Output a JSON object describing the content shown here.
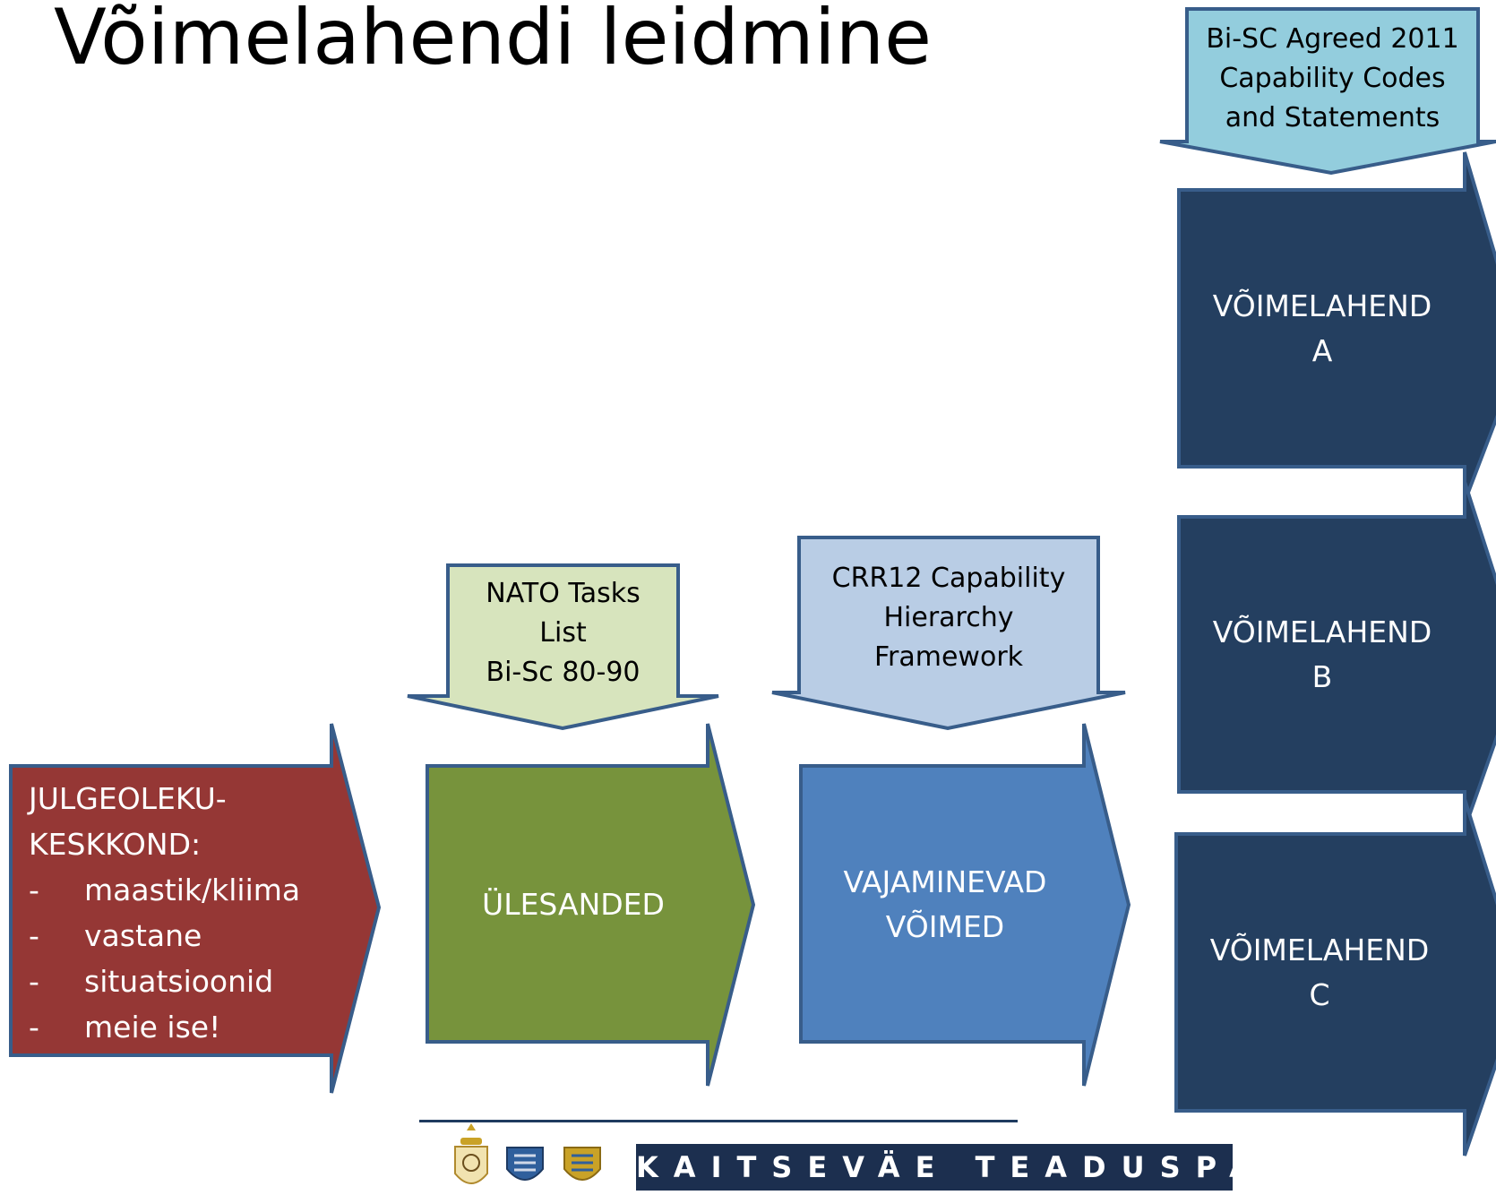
{
  "title": "Võimelahendi leidmine",
  "inputs": {
    "bisc": [
      "Bi-SC Agreed 2011",
      "Capability Codes",
      "and Statements"
    ],
    "nato": [
      "NATO Tasks",
      "List",
      "Bi-Sc 80-90"
    ],
    "crr": [
      "CRR12 Capability",
      "Hierarchy",
      "Framework"
    ]
  },
  "steps": {
    "environment": {
      "heading": [
        "JULGEOLEKU-",
        "KESKKOND:"
      ],
      "items": [
        "maastik/kliima",
        "vastane",
        "situatsioonid",
        "meie ise!"
      ],
      "bullet": "-"
    },
    "tasks": "ÜLESANDED",
    "capabilities": [
      "VAJAMINEVAD",
      "VÕIMED"
    ]
  },
  "solutions": [
    {
      "line1": "VÕIMELAHEND",
      "line2": "A"
    },
    {
      "line1": "VÕIMELAHEND",
      "line2": "B"
    },
    {
      "line1": "VÕIMELAHEND",
      "line2": "C"
    }
  ],
  "footer": {
    "banner": "KAITSEVÄE TEADUSPÄEV",
    "emblems": [
      "academy-emblem",
      "defence-forces-emblem",
      "estonia-coat-of-arms-emblem"
    ]
  },
  "colors": {
    "environment": "#953735",
    "tasks": "#77933c",
    "capabilities": "#4f81bd",
    "solution": "#243f60",
    "bisc_input": "#93cddd",
    "nato_input": "#d7e4bd",
    "crr_input": "#b9cde5",
    "border": "#385d8a"
  }
}
